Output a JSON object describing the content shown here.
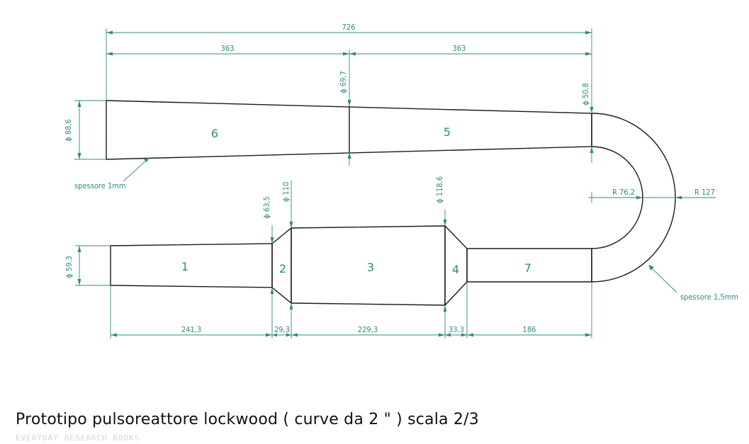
{
  "title": "Prototipo pulsoreattore lockwood ( curve da 2 \" ) scala 2/3",
  "watermark": "EVERYDAY RESEARCH BOOKS",
  "colors": {
    "outline": "#1a1a1a",
    "dimension": "#2f8a7e",
    "background": "#ffffff"
  },
  "sections": [
    "1",
    "2",
    "3",
    "4",
    "5",
    "6",
    "7"
  ],
  "dimensions": {
    "overall_length": "726",
    "half_length_left": "363",
    "half_length_right": "363",
    "dia_inlet_wide": "ϕ 88,6",
    "dia_mid_upper": "ϕ 69,7",
    "dia_upper_end": "ϕ 50,8",
    "dia_intake": "ϕ 59,3",
    "dia_cone_start": "ϕ 63,5",
    "dia_chamber_start": "ϕ 110",
    "dia_chamber_end": "ϕ 118,6",
    "radius_inner": "R 76,2",
    "radius_outer": "R 127",
    "len_1": "241,3",
    "len_2": "29,3",
    "len_3": "229,3",
    "len_4": "33,3",
    "len_7": "186"
  },
  "notes": {
    "thickness_upper": "spessore 1mm",
    "thickness_bend": "spessore 1,5mm"
  }
}
